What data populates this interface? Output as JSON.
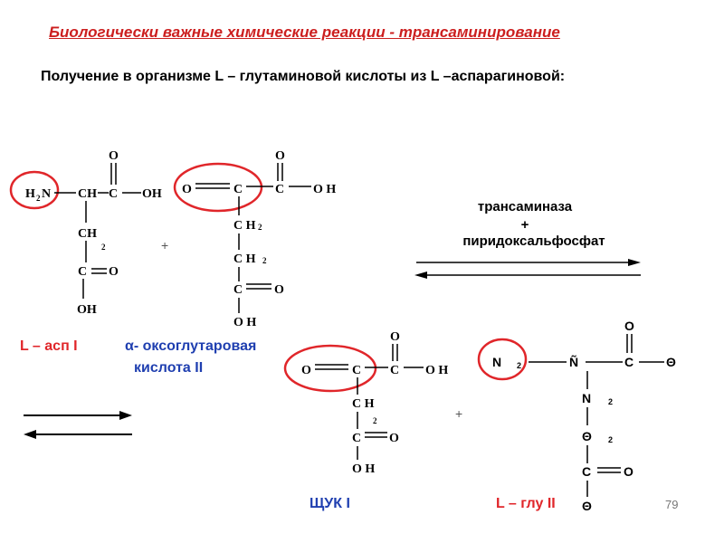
{
  "title": "Биологически важные химические реакции - трансаминирование",
  "subtitle": "Получение в организме L – глутаминовой кислоты из  L –аспарагиновой:",
  "catalyst": {
    "enzyme": "трансаминаза",
    "plus": "+",
    "coenzyme": "пиридоксальфосфат"
  },
  "captions": {
    "asp": "L – асп I",
    "oxo_alpha": "α-",
    "oxo_line1": "оксоглутаровая",
    "oxo_line2": "кислота II",
    "oaa": "ЩУК I",
    "glu": "L – глу II"
  },
  "atoms": {
    "O": "O",
    "C": "C",
    "H": "H",
    "N": "N",
    "two": "2",
    "H2N": "H",
    "N_after_H": "N",
    "CH": "CH",
    "OH": "OH",
    "O_H": "O H",
    "C_H2": "C H",
    "C_H": "C H",
    "N_glu": "N",
    "N_tilde": "Ñ",
    "O_glu": "O",
    "Theta": "Θ",
    "plus": "+"
  },
  "page_number": "79",
  "colors": {
    "title": "#cc1f1f",
    "caption_red": "#e0262a",
    "caption_blue": "#1f3fb0",
    "highlight_ring": "#e0262a",
    "text": "#000000"
  }
}
